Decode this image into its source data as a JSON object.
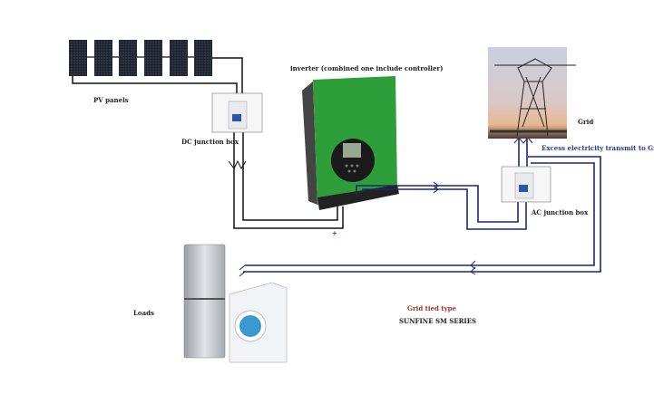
{
  "labels": {
    "pv_panels": "PV panels",
    "dc_junction_box": "DC junction box",
    "inverter": "inverter (combined one include controller)",
    "grid": "Grid",
    "excess": "Excess electricity transmit to Grid",
    "ac_junction_box": "AC junction box",
    "loads": "Loads",
    "grid_tied_type": "Grid tied type",
    "series": "SUNFINE SM SERIES",
    "plus": "+"
  },
  "colors": {
    "dc_wire": "#111111",
    "ac_wire": "#1a2a6e",
    "inverter_green": "#2e9e3a",
    "grid_tied_text": "#b03020"
  }
}
